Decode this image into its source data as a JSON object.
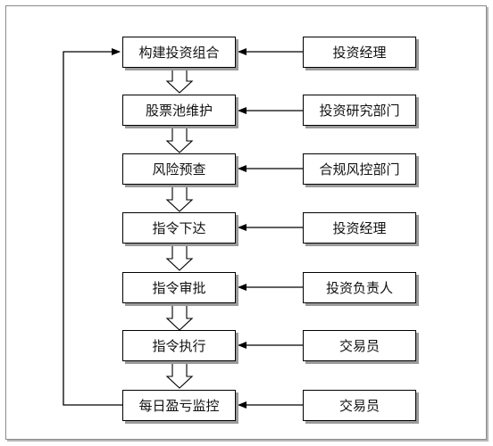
{
  "process_steps": [
    "构建投资组合",
    "股票池维护",
    "风险预查",
    "指令下达",
    "指令审批",
    "指令执行",
    "每日盈亏监控"
  ],
  "responsible_parties": [
    "投资经理",
    "投资研究部门",
    "合规风控部门",
    "投资经理",
    "投资负责人",
    "交易员",
    "交易员"
  ]
}
